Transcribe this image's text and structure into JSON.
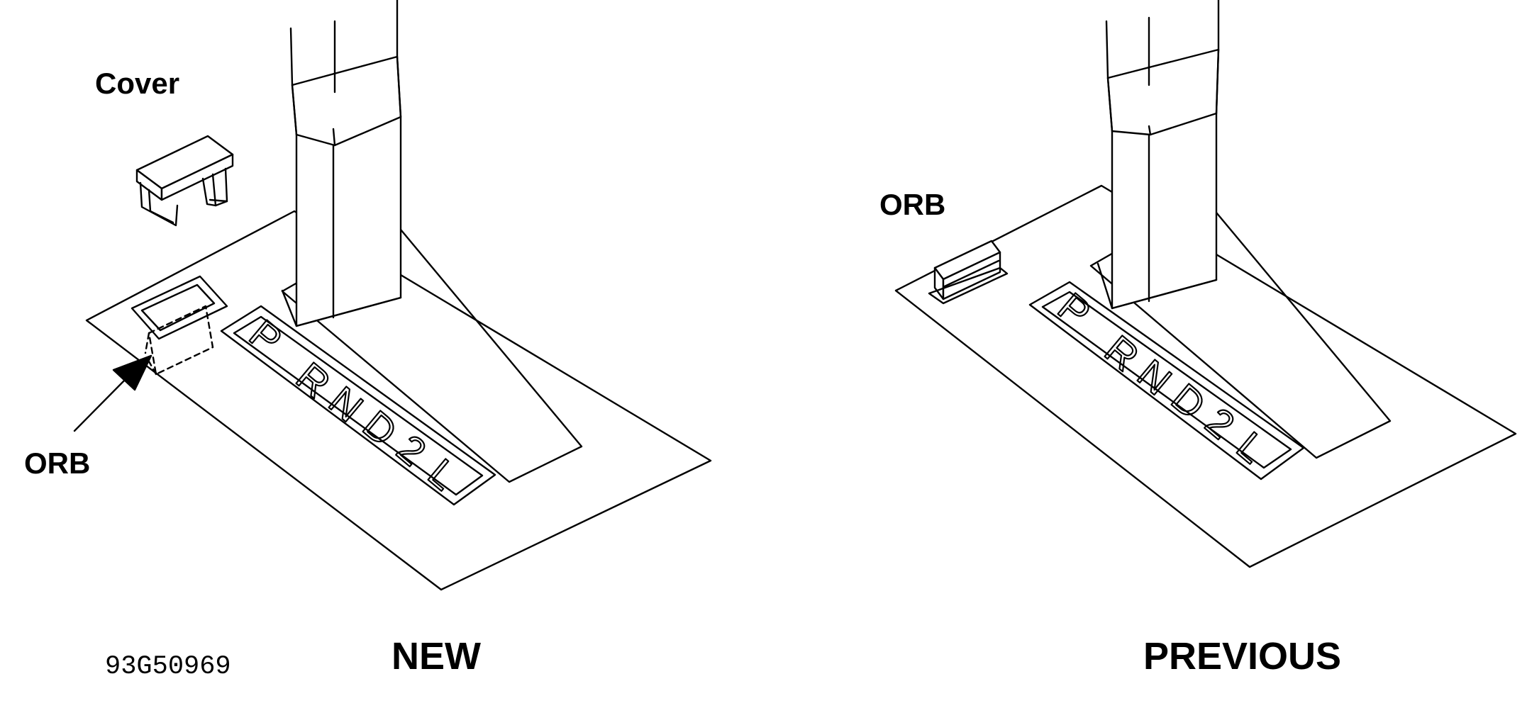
{
  "labels": {
    "cover": "Cover",
    "orb_new": "ORB",
    "orb_previous": "ORB",
    "new": "NEW",
    "previous": "PREVIOUS",
    "figure_id": "93G50969"
  },
  "shift_gate": {
    "gears": [
      "P",
      "R",
      "N",
      "D",
      "2",
      "L"
    ]
  },
  "colors": {
    "line": "#000000",
    "background": "#ffffff"
  }
}
